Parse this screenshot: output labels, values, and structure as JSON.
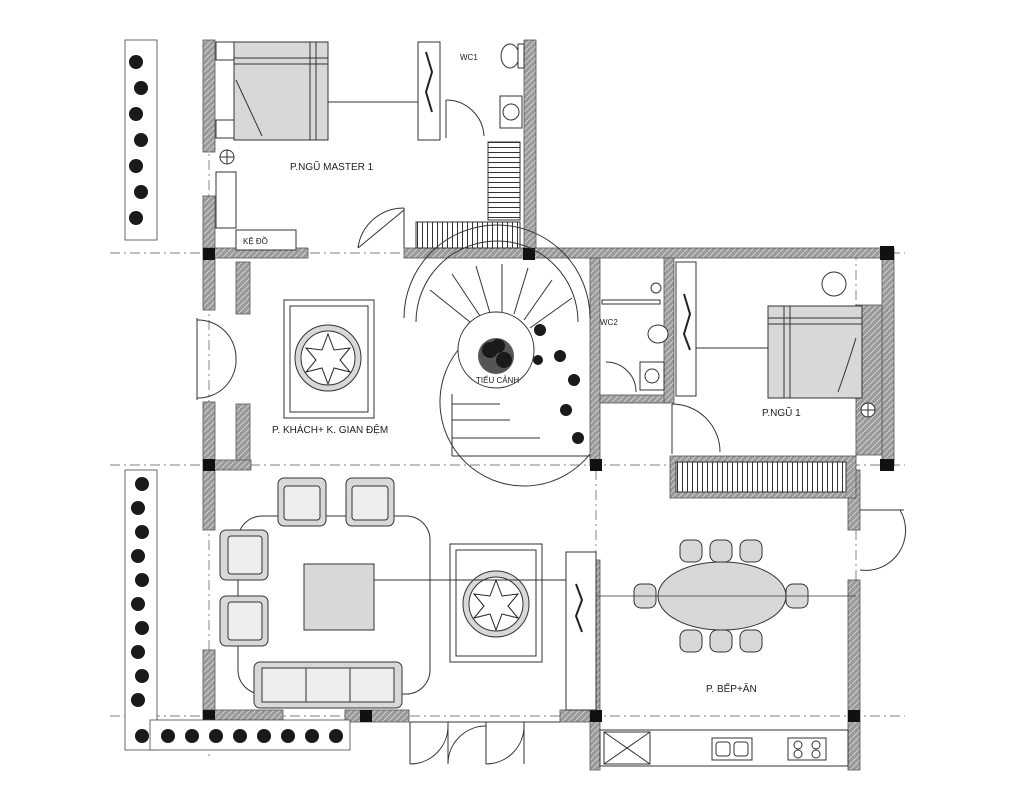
{
  "rooms": {
    "master_bedroom": "P.NGŨ MASTER 1",
    "shelf": "KỆ ĐỒ",
    "wc1": "WC1",
    "wc2": "WC2",
    "living": "P. KHÁCH+ K. GIAN ĐỆM",
    "courtyard": "TIỂU CẢNH",
    "bedroom1": "P.NGŨ 1",
    "kitchen": "P. BẾP+ĂN"
  },
  "colors": {
    "wall": "#7a7a7a",
    "column": "#111111",
    "furniture": "#d8d8d8",
    "line": "#333333",
    "plant": "#1a1a1a"
  }
}
